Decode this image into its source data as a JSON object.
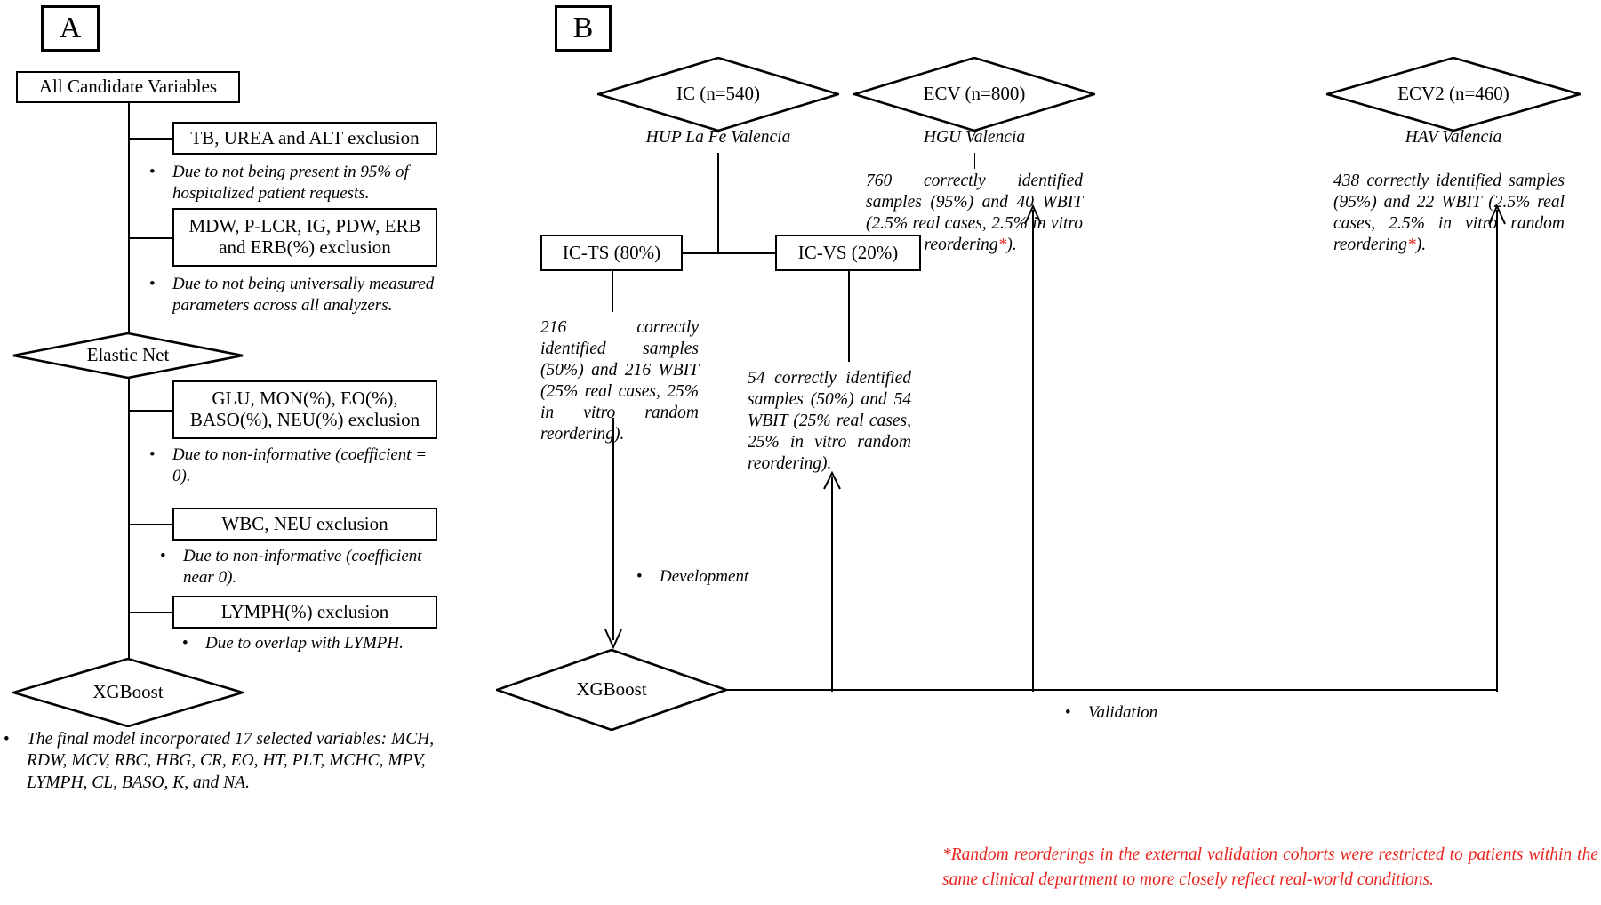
{
  "figure": {
    "panels": [
      {
        "id": "A",
        "label": "A"
      },
      {
        "id": "B",
        "label": "B"
      }
    ]
  },
  "panel_a": {
    "tag": "A",
    "root_box": "All Candidate Variables",
    "steps": [
      {
        "box": "TB, UREA and ALT exclusion",
        "reason": "Due to not being present in 95% of hospitalized patient requests."
      },
      {
        "box": "MDW, P-LCR, IG, PDW, ERB and ERB(%) exclusion",
        "box_line1": "MDW, P-LCR, IG, PDW, ERB",
        "box_line2": "and ERB(%) exclusion",
        "reason": "Due to not being universally measured parameters across all analyzers."
      },
      {
        "box": "GLU, MON(%), EO(%), BASO(%), NEU(%) exclusion",
        "box_line1": "GLU, MON(%), EO(%),",
        "box_line2": "BASO(%), NEU(%) exclusion",
        "reason": "Due to non-informative (coefficient = 0)."
      },
      {
        "box": "WBC, NEU exclusion",
        "reason": "Due to non-informative (coefficient near 0)."
      },
      {
        "box": "LYMPH(%) exclusion",
        "reason": "Due to overlap with LYMPH."
      }
    ],
    "decision_elastic_net": "Elastic Net",
    "decision_xgboost": "XGBoost",
    "final_note": "The final model incorporated 17 selected variables: MCH, RDW, MCV, RBC, HBG, CR, EO, HT, PLT, MCHC, MPV, LYMPH, CL, BASO, K, and NA."
  },
  "panel_b": {
    "tag": "B",
    "cohorts": [
      {
        "name": "IC (n=540)",
        "site": "HUP La Fe Valencia"
      },
      {
        "name": "ECV (n=800)",
        "site": "HGU Valencia",
        "detail": "760 correctly identified samples (95%) and 40 WBIT (2.5% real cases, 2.5% in vitro random reordering*)."
      },
      {
        "name": "ECV2 (n=460)",
        "site": "HAV Valencia",
        "detail": "438 correctly identified samples (95%) and 22 WBIT (2.5% real cases, 2.5% in vitro random reordering*)."
      }
    ],
    "split_boxes": [
      {
        "name": "IC-TS (80%)",
        "detail": "216 correctly identified samples (50%) and 216 WBIT (25% real cases, 25% in vitro random reordering)."
      },
      {
        "name": "IC-VS (20%)",
        "detail": "54 correctly identified samples (50%) and 54 WBIT (25% real cases, 25% in vitro random reordering)."
      }
    ],
    "model_node": "XGBoost",
    "flow_labels": {
      "development": "Development",
      "validation": "Validation"
    },
    "footnote": "*Random reorderings in the external validation cohorts were restricted to patients within the same clinical department to more closely reflect real-world conditions."
  },
  "colors": {
    "stroke": "#000000",
    "background": "#ffffff",
    "footnote_red": "#e8251f"
  }
}
